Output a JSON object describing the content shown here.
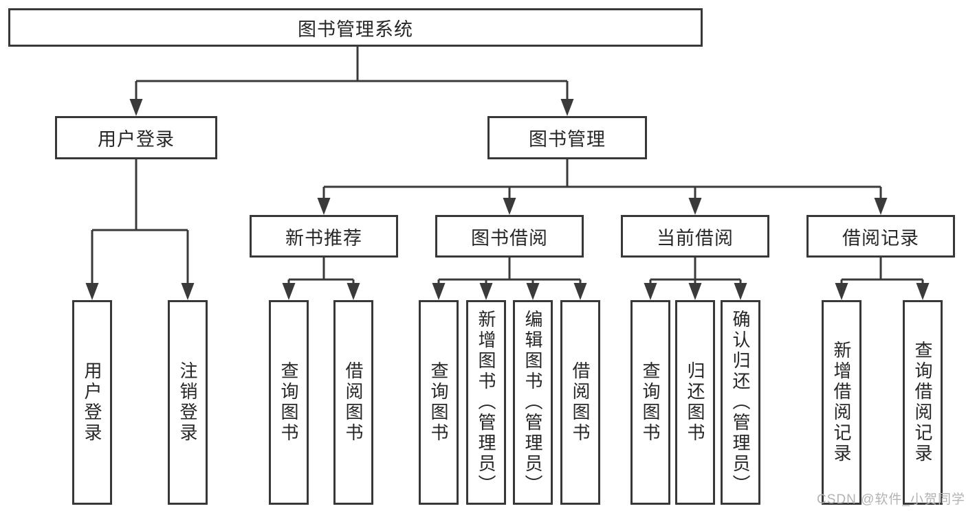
{
  "colors": {
    "line": "#3a3a3a",
    "box_border": "#383838",
    "text": "#262626",
    "watermark": "#b3b3b3"
  },
  "tree": {
    "root": {
      "label": "图书管理系统"
    },
    "branches": [
      {
        "label": "用户登录",
        "leaves": [
          "用户登录",
          "注销登录"
        ]
      },
      {
        "label": "图书管理",
        "groups": [
          {
            "label": "新书推荐",
            "leaves": [
              "查询图书",
              "借阅图书"
            ]
          },
          {
            "label": "图书借阅",
            "leaves": [
              "查询图书",
              "新增图书（管理员）",
              "编辑图书（管理员）",
              "借阅图书"
            ]
          },
          {
            "label": "当前借阅",
            "leaves": [
              "查询图书",
              "归还图书",
              "确认归还（管理员）"
            ]
          },
          {
            "label": "借阅记录",
            "leaves": [
              "新增借阅记录",
              "查询借阅记录"
            ]
          }
        ]
      }
    ]
  },
  "watermark": {
    "label": "CSDN @软件_小贺同学"
  }
}
